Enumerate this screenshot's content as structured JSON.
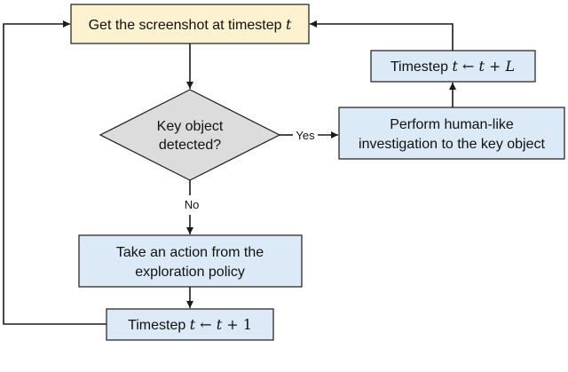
{
  "colors": {
    "start_fill": "#fdf2cf",
    "process_fill": "#dce9f6",
    "decision_fill": "#dcdcdc",
    "stroke": "#1a1a1a"
  },
  "nodes": {
    "start": {
      "prefix": "Get the screenshot at timestep ",
      "var": "t"
    },
    "decision": {
      "line1": "Key object",
      "line2": "detected?"
    },
    "investigate": {
      "line1": "Perform human-like",
      "line2": "investigation to the key object"
    },
    "timestep_long": {
      "prefix": "Timestep ",
      "var1": "t",
      "arrow": " ← ",
      "var2": "t",
      "plus": " + ",
      "var3": "L"
    },
    "explore": {
      "line1": "Take an action from the",
      "line2": "exploration policy"
    },
    "timestep_short": {
      "prefix": "Timestep ",
      "var1": "t",
      "arrow": " ← ",
      "var2": "t",
      "plus": " + ",
      "num": "1"
    }
  },
  "edges": {
    "yes_label": "Yes",
    "no_label": "No"
  }
}
